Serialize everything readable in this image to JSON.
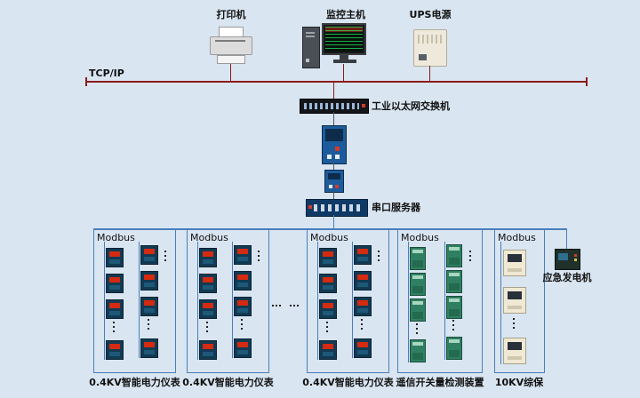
{
  "palette": {
    "background": "#d9e5f1",
    "backbone_red": "#8b1b1b",
    "modbus_blue": "#4a7ebb"
  },
  "top_devices": {
    "printer": "打印机",
    "monitor_host": "监控主机",
    "ups": "UPS电源"
  },
  "backbone": {
    "protocol": "TCP/IP",
    "switch": "工业以太网交换机",
    "serial_server": "串口服务器"
  },
  "groups": [
    {
      "bus": "Modbus",
      "caption": "0.4KV智能电力仪表"
    },
    {
      "bus": "Modbus",
      "caption": "0.4KV智能电力仪表"
    },
    {
      "bus": "Modbus",
      "caption": "0.4KV智能电力仪表"
    },
    {
      "bus": "Modbus",
      "caption": "遥信开关量检测装置"
    },
    {
      "bus": "Modbus",
      "caption": "10KV综保"
    }
  ],
  "generator": {
    "label": "应急发电机"
  }
}
